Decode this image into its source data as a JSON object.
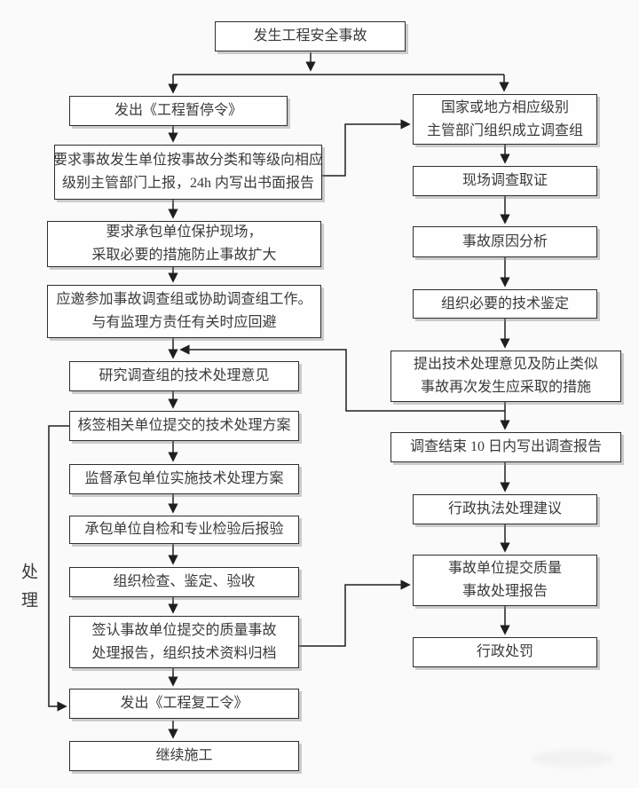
{
  "diagram": {
    "title": "发生工程安全事故",
    "side_label": "处理",
    "start": {
      "lines": [
        "发生工程安全事故"
      ]
    },
    "left": [
      {
        "lines": [
          "发出《工程暂停令》"
        ]
      },
      {
        "lines": [
          "要求事故发生单位按事故分类和等级向相应",
          "级别主管部门上报，24h 内写出书面报告"
        ]
      },
      {
        "lines": [
          "要求承包单位保护现场，",
          "采取必要的措施防止事故扩大"
        ]
      },
      {
        "lines": [
          "应邀参加事故调查组或协助调查组工作。",
          "与有监理方责任有关时应回避"
        ]
      },
      {
        "lines": [
          "研究调查组的技术处理意见"
        ]
      },
      {
        "lines": [
          "核签相关单位提交的技术处理方案"
        ]
      },
      {
        "lines": [
          "监督承包单位实施技术处理方案"
        ]
      },
      {
        "lines": [
          "承包单位自检和专业检验后报验"
        ]
      },
      {
        "lines": [
          "组织检查、鉴定、验收"
        ]
      },
      {
        "lines": [
          "签认事故单位提交的质量事故",
          "处理报告，组织技术资料归档"
        ]
      },
      {
        "lines": [
          "发出《工程复工令》"
        ]
      },
      {
        "lines": [
          "继续施工"
        ]
      }
    ],
    "right": [
      {
        "lines": [
          "国家或地方相应级别",
          "主管部门组织成立调查组"
        ]
      },
      {
        "lines": [
          "现场调查取证"
        ]
      },
      {
        "lines": [
          "事故原因分析"
        ]
      },
      {
        "lines": [
          "组织必要的技术鉴定"
        ]
      },
      {
        "lines": [
          "提出技术处理意见及防止类似",
          "事故再次发生应采取的措施"
        ]
      },
      {
        "lines": [
          "调查结束 10 日内写出调查报告"
        ]
      },
      {
        "lines": [
          "行政执法处理建议"
        ]
      },
      {
        "lines": [
          "事故单位提交质量",
          "事故处理报告"
        ]
      },
      {
        "lines": [
          "行政处罚"
        ]
      }
    ],
    "colors": {
      "line": "#1f1f1f",
      "box_border": "#2e2e2e",
      "box_fill": "#fefefe",
      "background": "#fbfafa",
      "text": "#3a3a3a"
    }
  }
}
